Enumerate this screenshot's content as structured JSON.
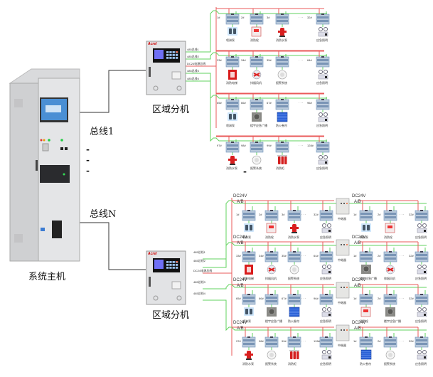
{
  "title": "Fire equipment power monitoring system topology",
  "main_host": {
    "label": "系统主机"
  },
  "buses": [
    {
      "label": "总线1"
    },
    {
      "label": "总线N"
    }
  ],
  "ellipsis": [
    "-",
    "-",
    "-"
  ],
  "ellipsis_mid": "-",
  "regional_units": [
    {
      "label": "区域分机",
      "brand": "Acrel",
      "ports": [
        "485总线1",
        "485总线2",
        "DC24电源总线",
        "485总线3",
        "485总线4"
      ]
    },
    {
      "label": "区域分机",
      "brand": "Acrel",
      "ports": [
        "485总线1",
        "485总线2",
        "DC24电源总线",
        "485总线3",
        "485总线4"
      ]
    }
  ],
  "top_rows": [
    {
      "modules": [
        {
          "id": "1#",
          "device": "喷淋泵",
          "icon": "pump"
        },
        {
          "id": "2#",
          "device": "消防栓",
          "icon": "hydrant-box"
        },
        {
          "id": "3#",
          "device": "消防水泵",
          "icon": "fire-hydrant"
        },
        {
          "id": "32#",
          "device": "应急照明",
          "icon": "emergency-light"
        }
      ]
    },
    {
      "modules": [
        {
          "id": "33#",
          "device": "消防电梯",
          "icon": "elevator"
        },
        {
          "id": "34#",
          "device": "排烟风机",
          "icon": "fan"
        },
        {
          "id": "35#",
          "device": "报警系统",
          "icon": "smoke-detector"
        },
        {
          "id": "64#",
          "device": "应急照明",
          "icon": "emergency-light"
        }
      ]
    },
    {
      "modules": [
        {
          "id": "65#",
          "device": "喷淋泵",
          "icon": "pump"
        },
        {
          "id": "66#",
          "device": "楼宇应急广播",
          "icon": "speaker"
        },
        {
          "id": "67#",
          "device": "防火卷帘",
          "icon": "shutter"
        },
        {
          "id": "96#",
          "device": "应急照明",
          "icon": "emergency-light"
        }
      ]
    },
    {
      "modules": [
        {
          "id": "97#",
          "device": "消防水泵",
          "icon": "fire-hydrant"
        },
        {
          "id": "98#",
          "device": "报警系统",
          "icon": "smoke-detector"
        },
        {
          "id": "99#",
          "device": "消防柜",
          "icon": "extinguisher"
        },
        {
          "id": "128#",
          "device": "应急照明",
          "icon": "emergency-light"
        }
      ]
    }
  ],
  "bottom_rows": [
    {
      "power_label": "DC24V",
      "ab_label": "A/B",
      "relay_label": "中继器",
      "left": [
        {
          "id": "1#",
          "device": "喷淋泵",
          "icon": "pump"
        },
        {
          "id": "2#",
          "device": "消防栓",
          "icon": "hydrant-box"
        },
        {
          "id": "3#",
          "device": "消防水泵",
          "icon": "fire-hydrant"
        },
        {
          "id": "32#",
          "device": "应急照明",
          "icon": "emergency-light"
        }
      ],
      "right": [
        {
          "id": "1#",
          "device": "喷淋泵",
          "icon": "pump"
        },
        {
          "id": "2#",
          "device": "消防栓",
          "icon": "hydrant-box"
        },
        {
          "id": "32#",
          "device": "应急照明",
          "icon": "emergency-light"
        }
      ]
    },
    {
      "power_label": "DC24V",
      "ab_label": "A/B",
      "relay_label": "中继器",
      "left": [
        {
          "id": "33#",
          "device": "消防电梯",
          "icon": "elevator"
        },
        {
          "id": "34#",
          "device": "排烟风机",
          "icon": "fan"
        },
        {
          "id": "35#",
          "device": "报警系统",
          "icon": "smoke-detector"
        },
        {
          "id": "64#",
          "device": "应急照明",
          "icon": "emergency-light"
        }
      ],
      "right": [
        {
          "id": "1#",
          "device": "楼宇应急广播",
          "icon": "speaker"
        },
        {
          "id": "2#",
          "device": "排烟风机",
          "icon": "fan"
        },
        {
          "id": "32#",
          "device": "应急照明",
          "icon": "emergency-light"
        }
      ]
    },
    {
      "power_label": "DC24V",
      "ab_label": "A/B",
      "relay_label": "中继器",
      "left": [
        {
          "id": "65#",
          "device": "喷淋泵",
          "icon": "pump"
        },
        {
          "id": "66#",
          "device": "楼宇应急广播",
          "icon": "speaker"
        },
        {
          "id": "67#",
          "device": "防火卷帘",
          "icon": "shutter"
        },
        {
          "id": "96#",
          "device": "应急照明",
          "icon": "emergency-light"
        }
      ],
      "right": [
        {
          "id": "1#",
          "device": "消防栓",
          "icon": "hydrant-box"
        },
        {
          "id": "2#",
          "device": "楼宇应急广播",
          "icon": "speaker"
        },
        {
          "id": "32#",
          "device": "应急照明",
          "icon": "emergency-light"
        }
      ]
    },
    {
      "power_label": "DC24V",
      "ab_label": "A/B",
      "relay_label": "中继器",
      "left": [
        {
          "id": "97#",
          "device": "消防水泵",
          "icon": "fire-hydrant"
        },
        {
          "id": "98#",
          "device": "报警系统",
          "icon": "smoke-detector"
        },
        {
          "id": "99#",
          "device": "消防柜",
          "icon": "extinguisher"
        },
        {
          "id": "128#",
          "device": "应急照明",
          "icon": "emergency-light"
        }
      ],
      "right": [
        {
          "id": "1#",
          "device": "防火卷帘",
          "icon": "shutter"
        },
        {
          "id": "2#",
          "device": "报警系统",
          "icon": "smoke-detector"
        },
        {
          "id": "32#",
          "device": "应急照明",
          "icon": "emergency-light"
        }
      ]
    }
  ],
  "colors": {
    "power_line": "#ea5a5a",
    "comm_line": "#62d35f",
    "bus_line": "#333333",
    "cabinet": "#e3e4e6",
    "module_blue": "#6d8fb8"
  }
}
